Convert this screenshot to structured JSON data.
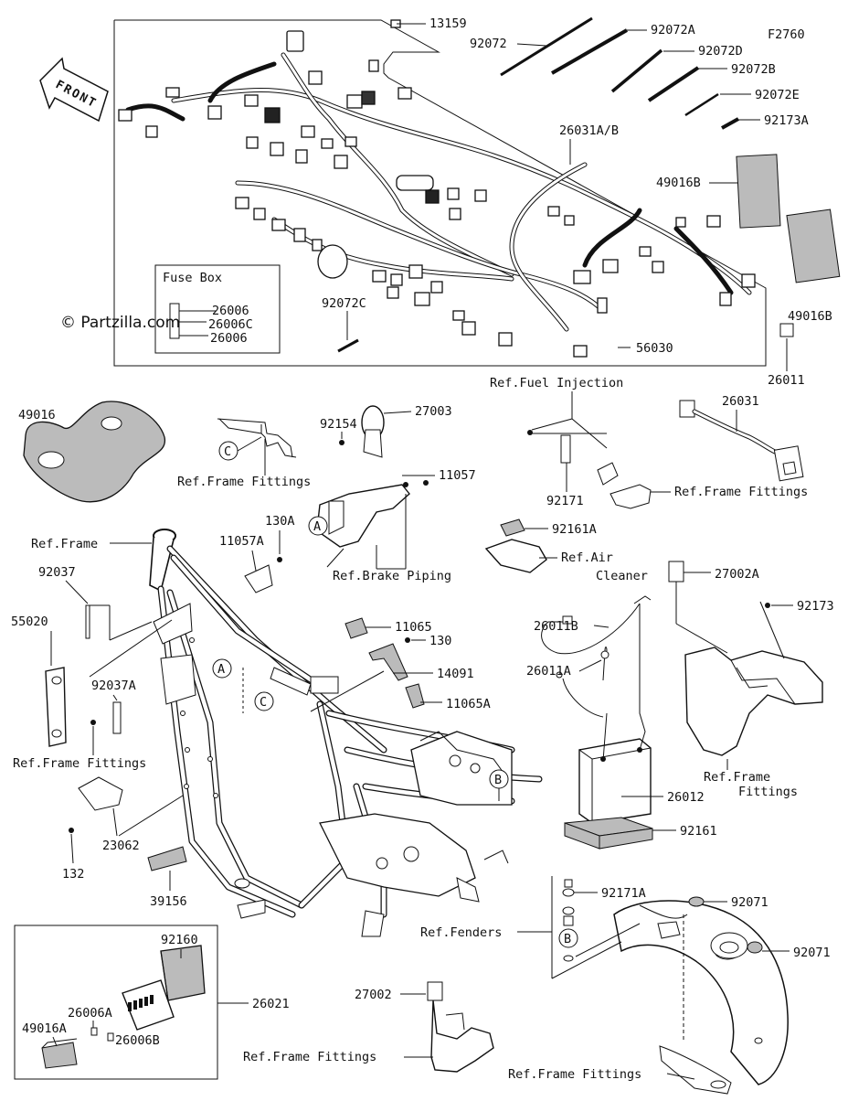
{
  "diagram_code": "F2760",
  "watermark": "© Partzilla.com",
  "front_arrow": "FRONT",
  "fuse_box": {
    "title": "Fuse Box",
    "parts": [
      "26006",
      "26006C",
      "26006"
    ]
  },
  "labels": {
    "p13159": "13159",
    "p92072": "92072",
    "p92072A": "92072A",
    "p92072D": "92072D",
    "p92072B": "92072B",
    "p92072E": "92072E",
    "p92173A": "92173A",
    "p26031AB": "26031A/B",
    "p49016B_a": "49016B",
    "p49016B_b": "49016B",
    "p92072C": "92072C",
    "p56030": "56030",
    "p26011": "26011",
    "p49016": "49016",
    "p92154": "92154",
    "p27003": "27003",
    "p11057": "11057",
    "refFuel": "Ref.Fuel Injection",
    "p26031": "26031",
    "refFrame1": "Ref.Frame Fittings",
    "refFrame2": "Ref.Frame Fittings",
    "p92171": "92171",
    "refFrame": "Ref.Frame",
    "p130A": "130A",
    "p11057A": "11057A",
    "refBrake": "Ref.Brake Piping",
    "p92161A": "92161A",
    "refAir1": "Ref.Air",
    "refAir2": "Cleaner",
    "p27002A": "27002A",
    "p92037": "92037",
    "p92173": "92173",
    "p55020": "55020",
    "p11065": "11065",
    "p130": "130",
    "p26011B": "26011B",
    "p92037A": "92037A",
    "p14091": "14091",
    "p11065A": "11065A",
    "p26011A": "26011A",
    "refFrame3": "Ref.Frame Fittings",
    "refFrame4a": "Ref.Frame",
    "refFrame4b": "Fittings",
    "p26012": "26012",
    "p23062": "23062",
    "p92161": "92161",
    "p132": "132",
    "p39156": "39156",
    "p92171A": "92171A",
    "p92071a": "92071",
    "refFenders": "Ref.Fenders",
    "p92071b": "92071",
    "p92160": "92160",
    "p26006A": "26006A",
    "p49016A": "49016A",
    "p26021": "26021",
    "p26006B": "26006B",
    "p27002": "27002",
    "refFrame5": "Ref.Frame Fittings",
    "refFrame6": "Ref.Frame Fittings"
  },
  "callouts": {
    "A": "A",
    "B": "B",
    "C": "C"
  }
}
